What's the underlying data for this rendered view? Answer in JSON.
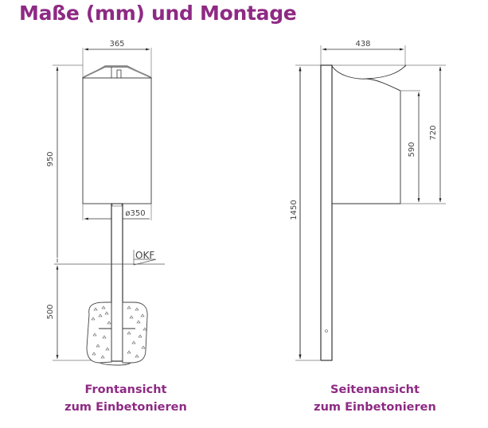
{
  "title": "Maße (mm) und Montage",
  "colors": {
    "accent": "#8e2a84",
    "line": "#222222",
    "dimension": "#555555"
  },
  "front_view": {
    "caption_line1": "Frontansicht",
    "caption_line2": "zum Einbetonieren",
    "dimensions": {
      "width": "365",
      "height": "950",
      "diameter": "ø350",
      "embed_depth": "500"
    },
    "ground_label": "OKF"
  },
  "side_view": {
    "caption_line1": "Seitenansicht",
    "caption_line2": "zum Einbetonieren",
    "dimensions": {
      "depth": "438",
      "total_height": "1450",
      "bin_body_height": "590",
      "bin_height": "720"
    }
  }
}
